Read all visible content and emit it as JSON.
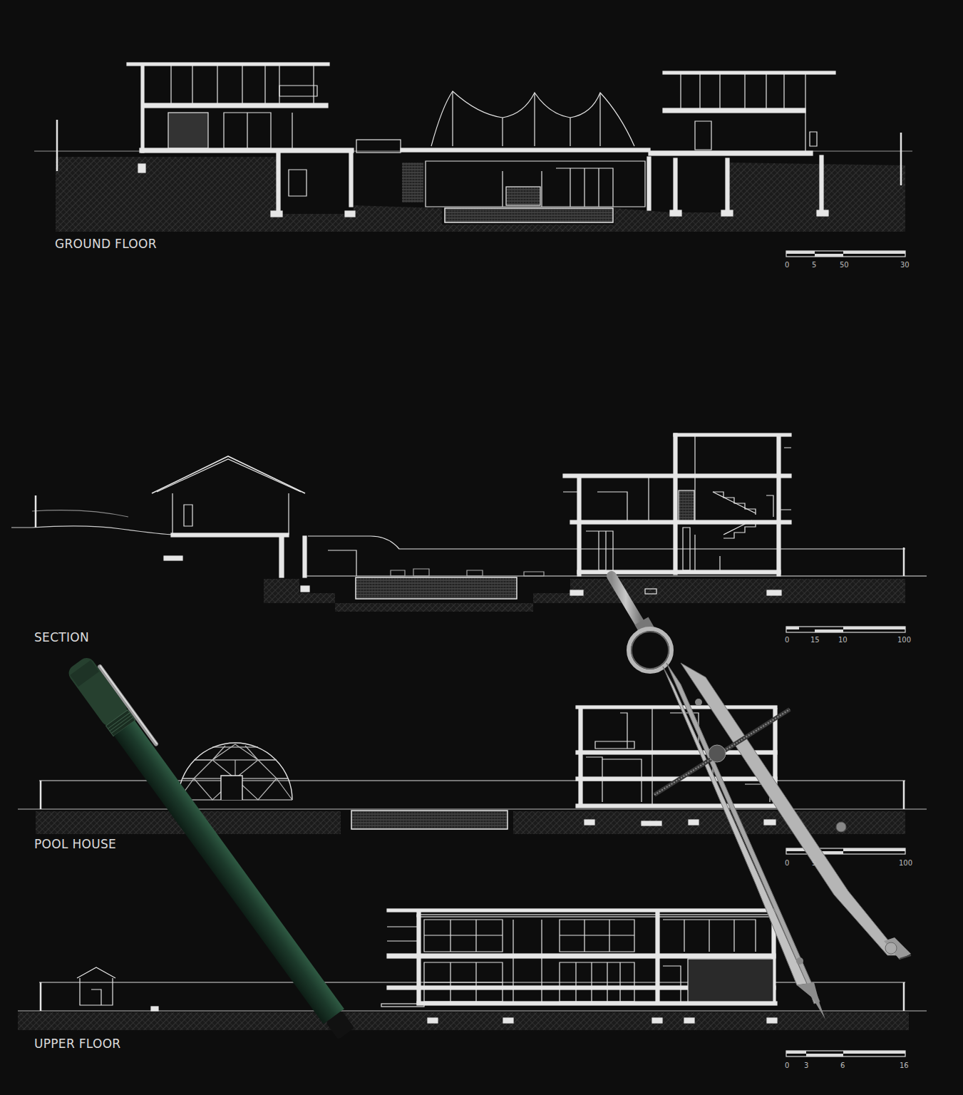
{
  "diagram": {
    "labels": [
      "GROUND FLOOR",
      "0",
      "5",
      "50",
      "30",
      "SECTION",
      "0",
      "15",
      "10",
      "100",
      "POOL HOUSE",
      "0",
      "5",
      "100",
      "UPPER FLOOR",
      "0",
      "3",
      "6",
      "16"
    ]
  }
}
